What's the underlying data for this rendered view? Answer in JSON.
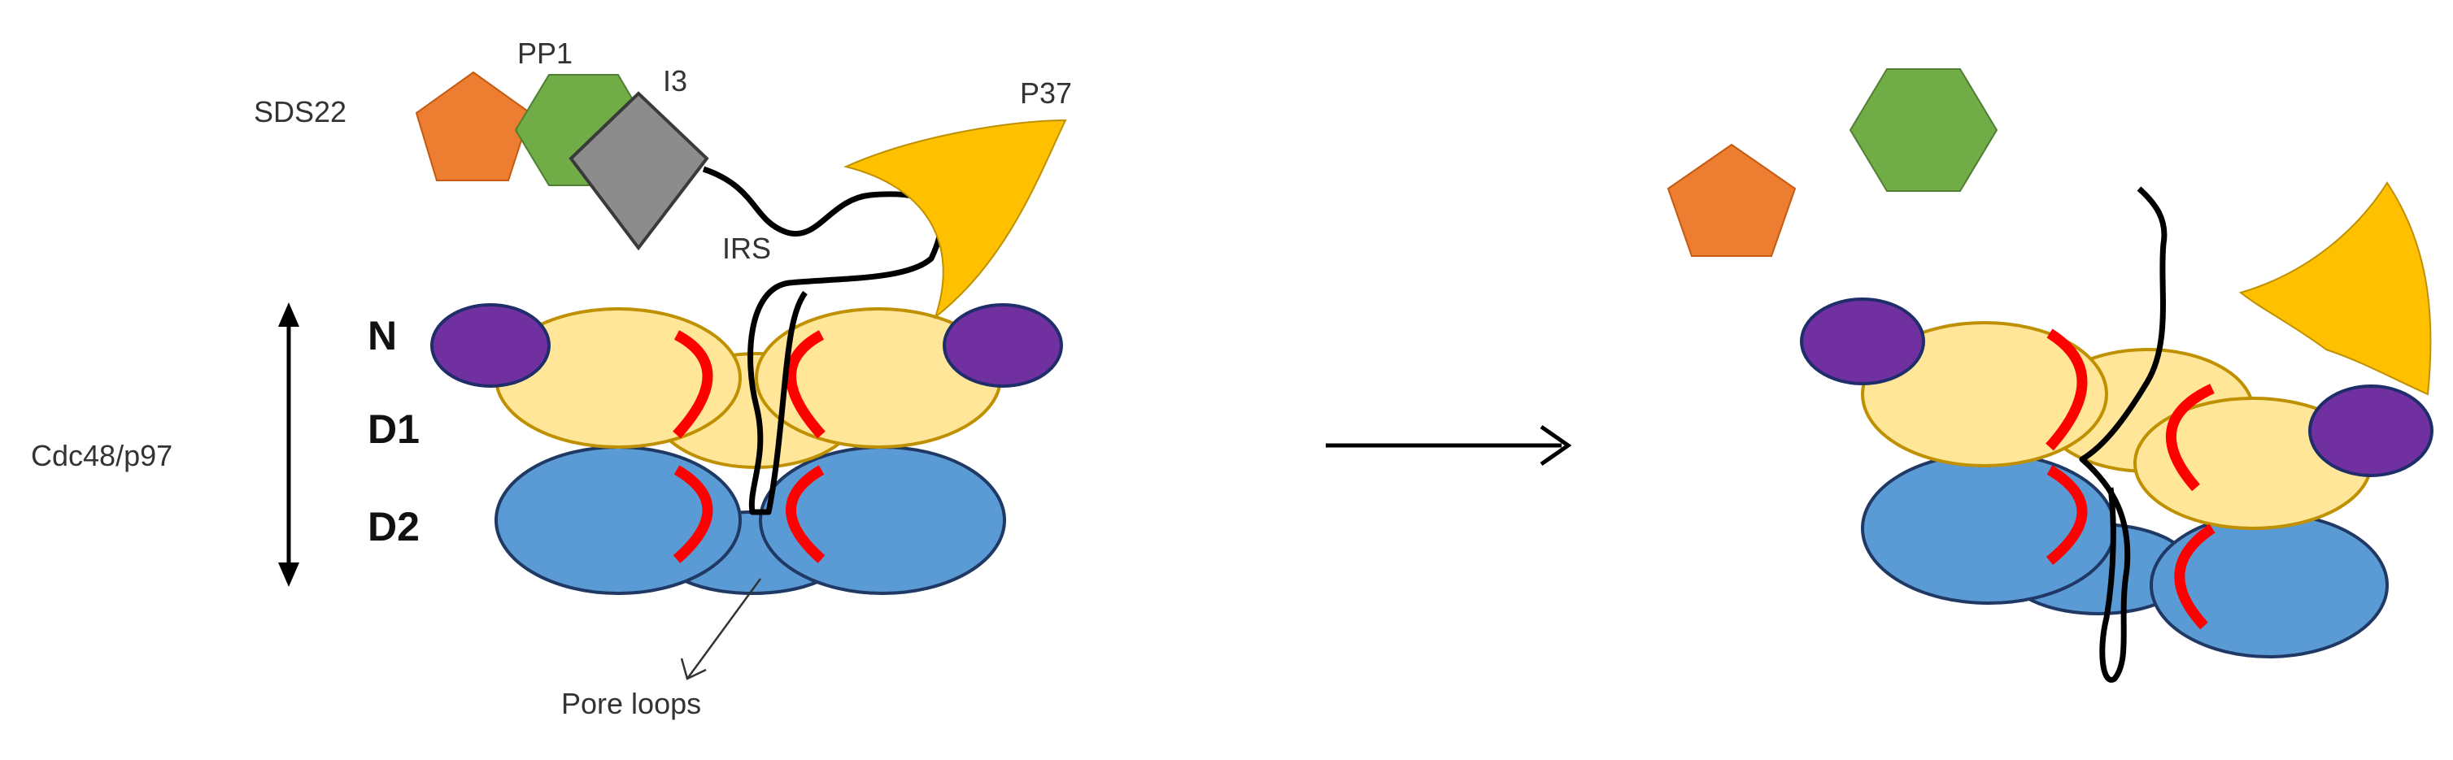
{
  "labels": {
    "sds22": "SDS22",
    "pp1": "PP1",
    "i3": "I3",
    "p37": "P37",
    "irs": "IRS",
    "n": "N",
    "d1": "D1",
    "d2": "D2",
    "cdc48": "Cdc48/p97",
    "pore_loops": "Pore loops"
  },
  "colors": {
    "sds22": "#ED7D31",
    "pp1": "#70AD47",
    "i3": "#8C8C8C",
    "p37": "#FFC000",
    "n_domain": "#7030A0",
    "n_domain_stroke": "#1F2D6B",
    "d1_fill": "#FFE699",
    "d1_stroke": "#BF9000",
    "d2_fill": "#5B9BD5",
    "d2_stroke": "#1F3864",
    "pore_loop": "#FF0000",
    "substrate": "#000000"
  },
  "icons": {
    "sds22": "pentagon-shape",
    "pp1": "hexagon-shape",
    "i3": "diamond-shape",
    "p37": "crescent-shape",
    "transition": "right-arrow"
  }
}
